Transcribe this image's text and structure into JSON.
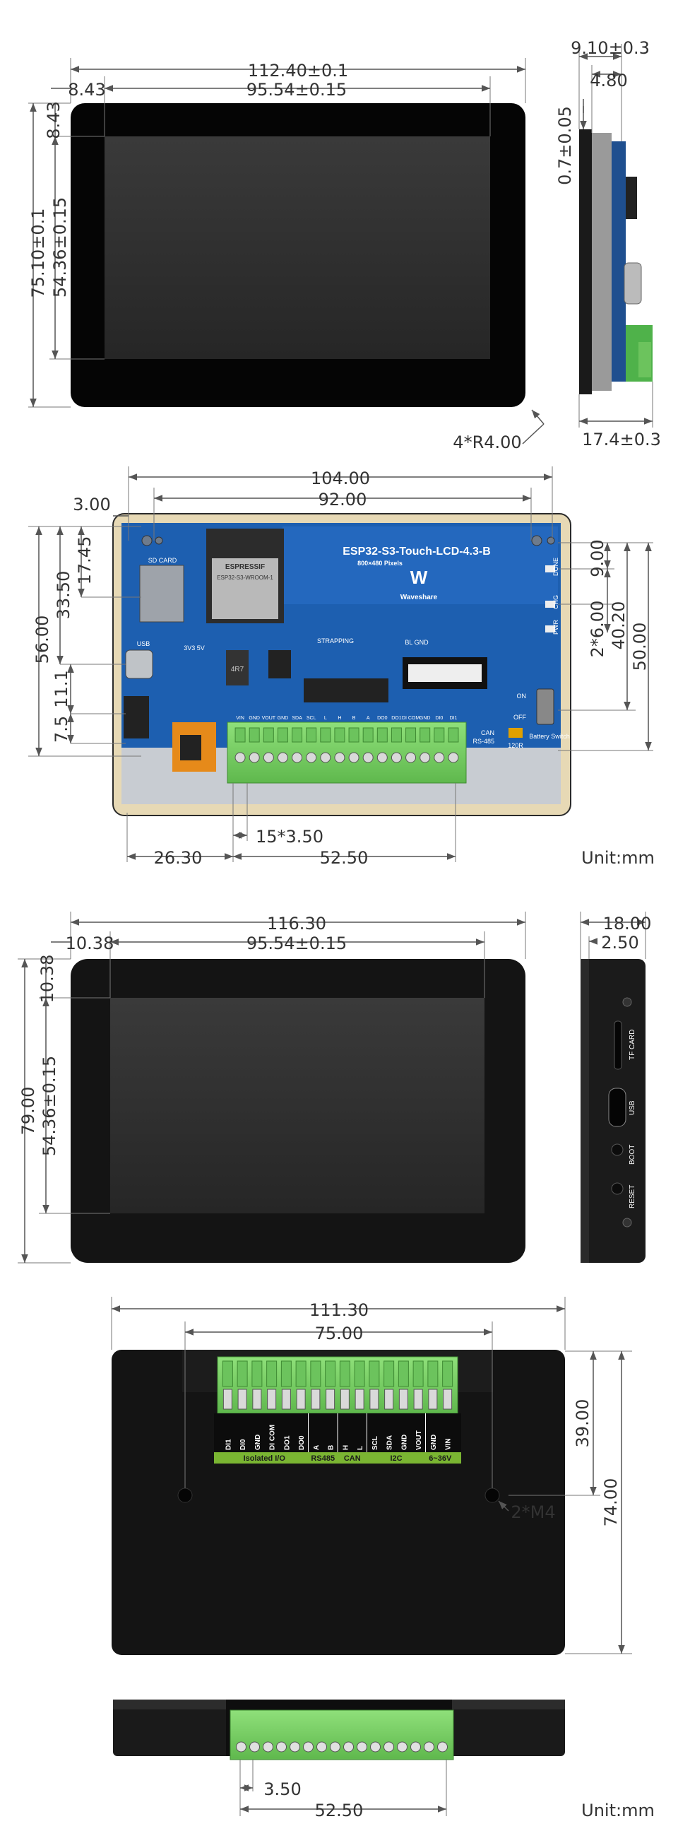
{
  "units": "Unit:mm",
  "section1_front": {
    "width_outer": "112.40±0.1",
    "width_display": "95.54±0.15",
    "margin_left": "8.43",
    "margin_top": "8.43",
    "height_outer": "75.10±0.1",
    "height_display": "54.36±0.15",
    "corner_radius": "4*R4.00"
  },
  "section1_side": {
    "thickness_total": "9.10±0.3",
    "thickness_glass": "4.80",
    "glass_offset": "0.7±0.05",
    "depth": "17.4±0.3"
  },
  "section2_pcb": {
    "hole_spacing_outer": "104.00",
    "hole_spacing_inner": "92.00",
    "hole_offset": "3.00",
    "left_56": "56.00",
    "left_33": "33.50",
    "left_17": "17.45",
    "left_11": "11.1",
    "left_7": "7.5",
    "right_9": "9.00",
    "right_2x6": "2*6.00",
    "right_40": "40.20",
    "right_50": "50.00",
    "pitch": "15*3.50",
    "bottom_left": "26.30",
    "bottom_span": "52.50",
    "board_title": "ESP32-S3-Touch-LCD-4.3-B",
    "board_sub": "800×480 Pixels",
    "brand": "Waveshare",
    "chip_label": "ESPRESSIF",
    "chip_model": "ESP32-S3-WROOM-1",
    "sd_label": "SD CARD",
    "usb_label": "USB",
    "inductor_label": "4R7",
    "strapping": "STRAPPING",
    "bl_gnd": "BL GND",
    "can_label": "CAN",
    "rs485_label": "RS-485",
    "resistor_label": "120R",
    "battery_label": "Battery Switch",
    "on_label": "ON",
    "off_label": "OFF",
    "done_label": "DONE",
    "chg_label": "CHG",
    "pwr_label": "PWR",
    "v_label": "3V3 5V",
    "pin_labels": [
      "VIN",
      "GND",
      "VOUT",
      "GND",
      "SDA",
      "SCL",
      "L",
      "H",
      "B",
      "A",
      "DO0",
      "DO1",
      "DI COM",
      "GND",
      "DI0",
      "DI1"
    ]
  },
  "section3_enclosure_front": {
    "width_outer": "116.30",
    "width_display": "95.54±0.15",
    "margin_left": "10.38",
    "margin_top": "10.38",
    "height_outer": "79.00",
    "height_display": "54.36±0.15"
  },
  "section3_enclosure_side": {
    "depth": "18.00",
    "offset": "2.50",
    "tf_label": "TF CARD",
    "usb_label": "USB",
    "boot_label": "BOOT",
    "reset_label": "RESET"
  },
  "section4_back": {
    "width_outer": "111.30",
    "hole_spacing": "75.00",
    "height_39": "39.00",
    "height_74": "74.00",
    "mount_label": "2*M4",
    "terminal_labels": [
      "DI1",
      "DI0",
      "GND",
      "DI COM",
      "DO1",
      "DO0",
      "A",
      "B",
      "H",
      "L",
      "SCL",
      "SDA",
      "GND",
      "VOUT",
      "GND",
      "VIN"
    ],
    "group_labels": [
      "Isolated I/O",
      "RS485",
      "CAN",
      "I2C",
      "6~36V"
    ]
  },
  "section5_bottom": {
    "pitch": "3.50",
    "span": "52.50"
  },
  "colors": {
    "pcb_blue": "#1d5fb0",
    "terminal_green": "#7fd06a",
    "case_black": "#111111",
    "label_green": "#7ab532"
  }
}
